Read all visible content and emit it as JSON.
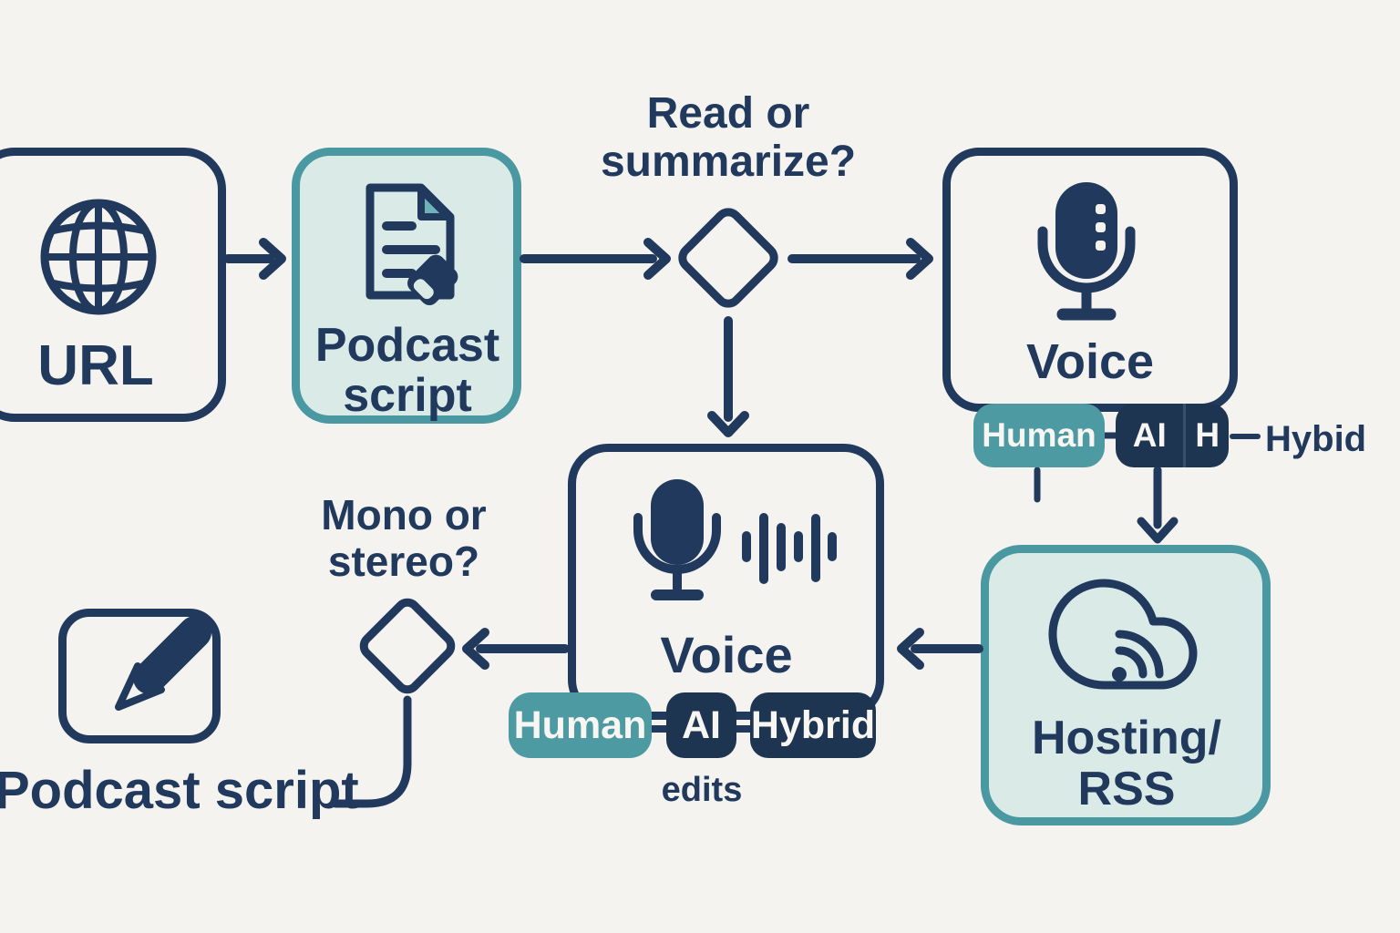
{
  "colors": {
    "background": "#f5f3ef",
    "navy": "#20395c",
    "badge_navy": "#1e3552",
    "teal_border": "#4a98a1",
    "teal_badge": "#4d9aa3",
    "mint_fill": "#d9eae7",
    "badge_text": "#f7f6f2"
  },
  "nodes": {
    "url": {
      "label": "URL"
    },
    "podcast_script": {
      "lines": [
        "Podcast",
        "script"
      ]
    },
    "read_decision": {
      "lines": [
        "Read or",
        "summarize?"
      ]
    },
    "voice_top": {
      "label": "Voice",
      "badge_human": "Human",
      "badge_ai": "AI",
      "badge_h": "H",
      "annotation": "Hybid"
    },
    "hosting": {
      "lines": [
        "Hosting/",
        "RSS"
      ]
    },
    "voice_mid": {
      "label": "Voice",
      "badge_human": "Human",
      "badge_ai": "AI",
      "badge_hybrid": "Hybrid",
      "annotation": "edits"
    },
    "mono_decision": {
      "lines": [
        "Mono or",
        "stereo?"
      ]
    },
    "script_output": {
      "label": "Podcast script"
    }
  }
}
